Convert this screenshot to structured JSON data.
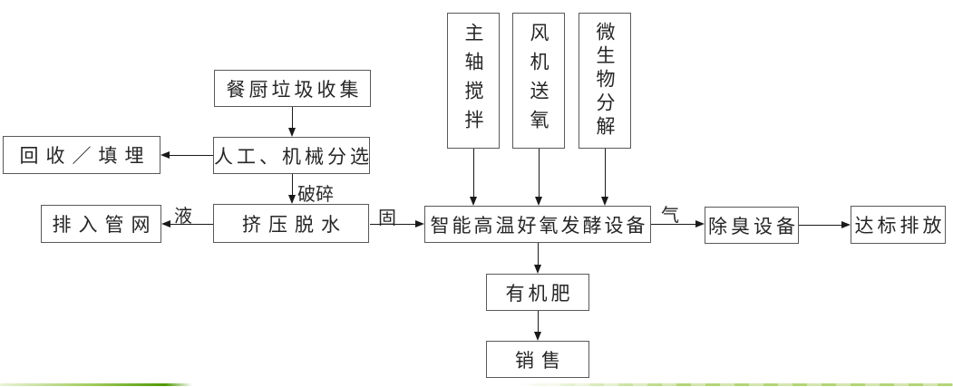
{
  "diagram": {
    "nodes": {
      "collect": {
        "label": "餐厨垃圾收集"
      },
      "sorting": {
        "label": "人工、机械分选"
      },
      "recycle": {
        "label": "回收／填埋"
      },
      "dewater": {
        "label": "挤压脱水"
      },
      "pipe": {
        "label": "排入管网"
      },
      "ferment": {
        "label": "智能高温好氧发酵设备"
      },
      "spindle": {
        "label": "主轴搅拌"
      },
      "fan": {
        "label": "风机送氧"
      },
      "microbe": {
        "label": "微生物分解"
      },
      "deodorize": {
        "label": "除臭设备"
      },
      "discharge": {
        "label": "达标排放"
      },
      "fertilizer": {
        "label": "有机肥"
      },
      "sale": {
        "label": "销售"
      }
    },
    "edge_labels": {
      "crush": {
        "label": "破碎"
      },
      "liquid": {
        "label": "液"
      },
      "solid": {
        "label": "固"
      },
      "gas": {
        "label": "气"
      }
    },
    "edges": [
      {
        "from": "餐厨垃圾收集",
        "to": "人工、机械分选",
        "label": ""
      },
      {
        "from": "人工、机械分选",
        "to": "回收／填埋",
        "label": ""
      },
      {
        "from": "人工、机械分选",
        "to": "挤压脱水",
        "label": "破碎"
      },
      {
        "from": "挤压脱水",
        "to": "排入管网",
        "label": "液"
      },
      {
        "from": "挤压脱水",
        "to": "智能高温好氧发酵设备",
        "label": "固"
      },
      {
        "from": "主轴搅拌",
        "to": "智能高温好氧发酵设备",
        "label": ""
      },
      {
        "from": "风机送氧",
        "to": "智能高温好氧发酵设备",
        "label": ""
      },
      {
        "from": "微生物分解",
        "to": "智能高温好氧发酵设备",
        "label": ""
      },
      {
        "from": "智能高温好氧发酵设备",
        "to": "除臭设备",
        "label": "气"
      },
      {
        "from": "除臭设备",
        "to": "达标排放",
        "label": ""
      },
      {
        "from": "智能高温好氧发酵设备",
        "to": "有机肥",
        "label": ""
      },
      {
        "from": "有机肥",
        "to": "销售",
        "label": ""
      }
    ],
    "colors": {
      "box_border": "#595959",
      "line": "#1a1a1a",
      "text": "#262626",
      "green_dark": "#4e9a06",
      "green_light": "#b3d578"
    }
  }
}
